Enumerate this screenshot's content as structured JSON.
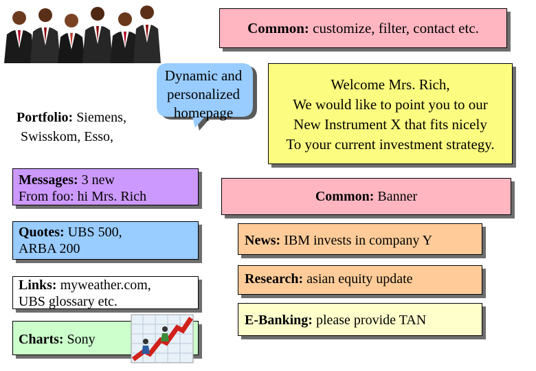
{
  "common_top": {
    "label": "Common:",
    "text": " customize, filter, contact etc."
  },
  "bubble": {
    "text": "Dynamic and personalized homepage"
  },
  "portfolio": {
    "label": "Portfolio:",
    "line1": " Siemens,",
    "line2": "Swisskom, Esso,"
  },
  "welcome": {
    "line1": "Welcome Mrs. Rich,",
    "line2": "We would like to point you to our",
    "line3": "New Instrument X that fits nicely",
    "line4": "To your current investment strategy."
  },
  "messages": {
    "label": "Messages:",
    "text1": " 3 new",
    "line2": "From foo: hi Mrs. Rich"
  },
  "quotes": {
    "label": "Quotes:",
    "text1": " UBS 500,",
    "line2": "ARBA 200"
  },
  "links": {
    "label": "Links:",
    "text1": " myweather.com,",
    "line2": "UBS glossary etc."
  },
  "charts": {
    "label": "Charts:",
    "text": " Sony"
  },
  "banner": {
    "label": "Common:",
    "text": " Banner"
  },
  "news": {
    "label": "News:",
    "text": " IBM invests in company Y"
  },
  "research": {
    "label": "Research:",
    "text": " asian equity update"
  },
  "ebanking": {
    "label": "E-Banking:",
    "text": " please provide TAN"
  },
  "colors": {
    "pink": "#ffb6c1",
    "yellow": "#fcfc80",
    "purple": "#cc99ff",
    "blue": "#99ccff",
    "green": "#ccffcc",
    "orange": "#ffcc99",
    "pale_yellow": "#ffffcc"
  },
  "icons": [
    "business-people-clipart",
    "rising-chart-clipart",
    "speech-bubble"
  ]
}
